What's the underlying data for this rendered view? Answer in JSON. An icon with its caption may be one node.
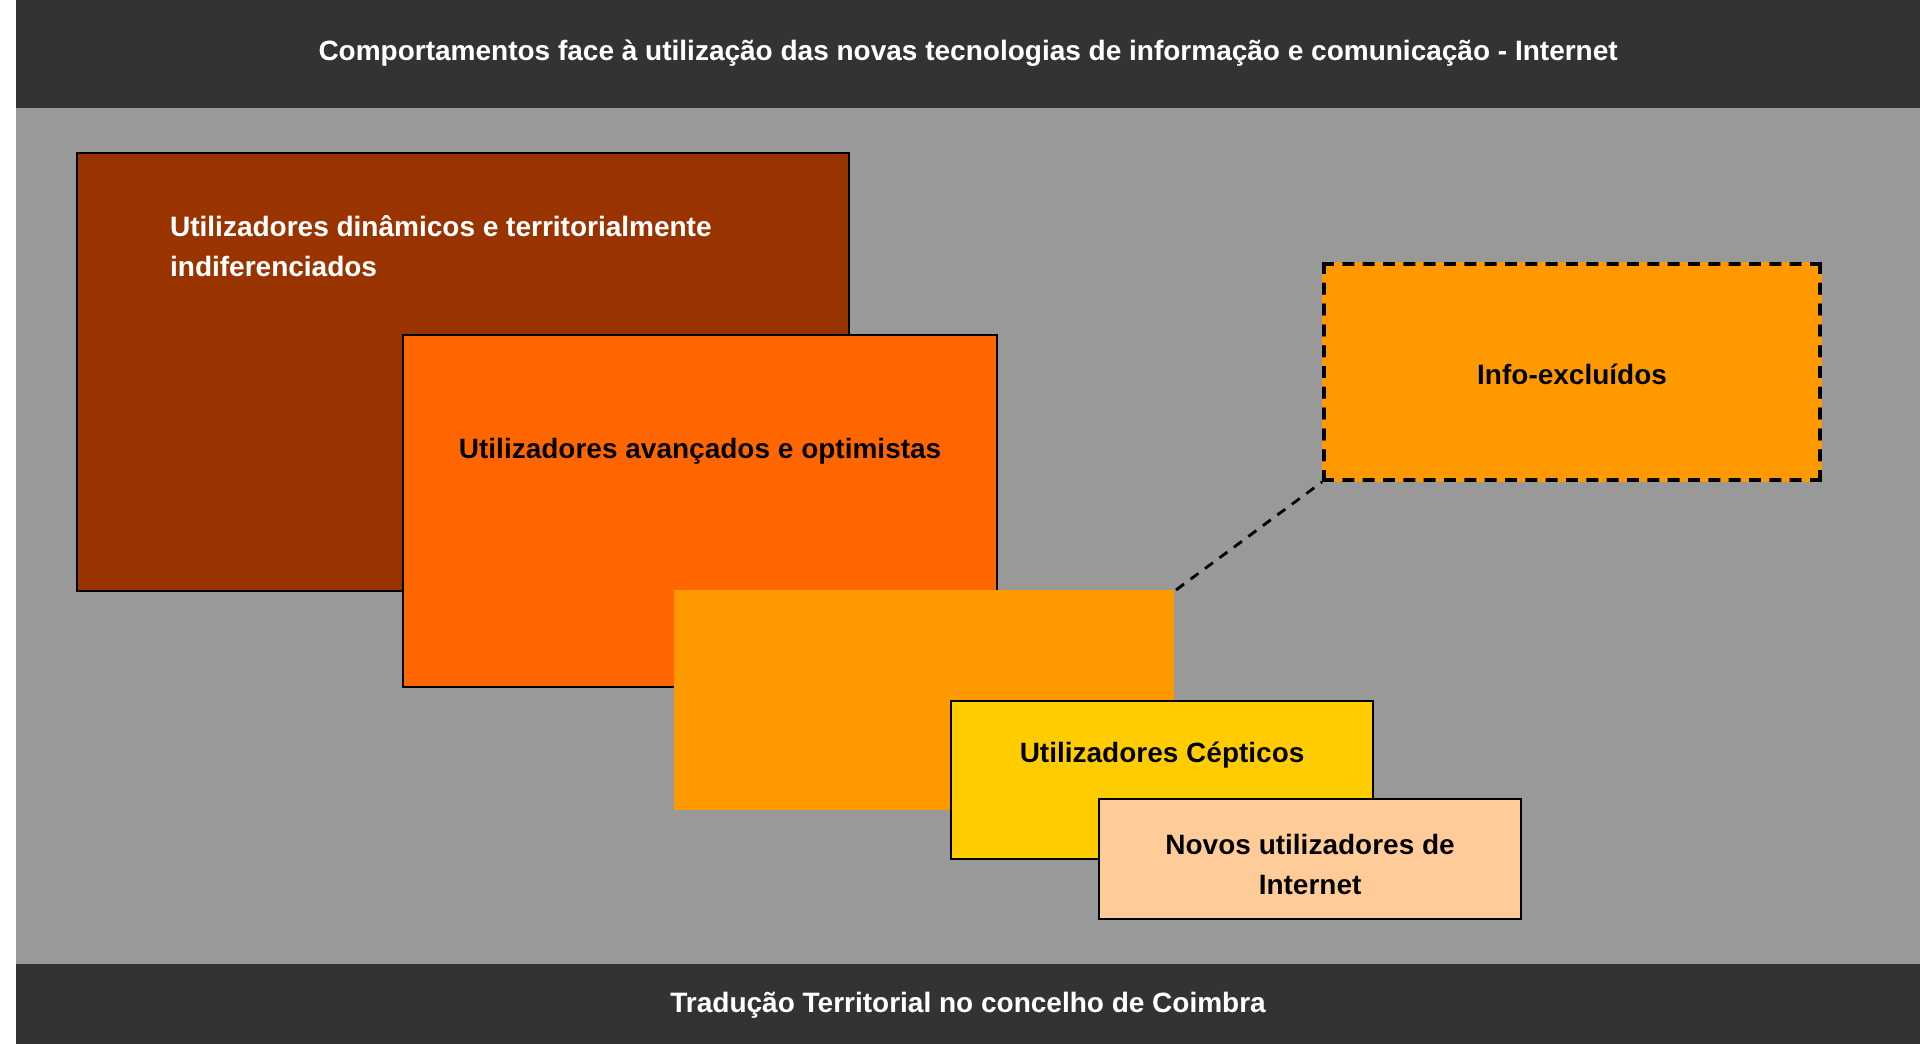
{
  "diagram": {
    "title": "Comportamentos face à utilização das novas tecnologias de informação e comunicação - Internet",
    "caption": "Tradução Territorial no concelho de Coimbra",
    "nodes": [
      {
        "text": [
          "Utilizadores dinâmicos e territorialmente indiferenciados"
        ]
      },
      {
        "text": [
          "Utilizadores avançados e optimistas"
        ]
      },
      {
        "text": [
          "Info-excluídos"
        ]
      },
      {
        "text": [],
        "shape": "box"
      },
      {
        "text": [
          "Utilizadores Cépticos"
        ]
      },
      {
        "text": [
          "Novos utilizadores de Internet"
        ]
      }
    ],
    "edges": [
      {
        "from": 3,
        "to": 2,
        "arrow": "none",
        "style": "dashed"
      }
    ]
  }
}
